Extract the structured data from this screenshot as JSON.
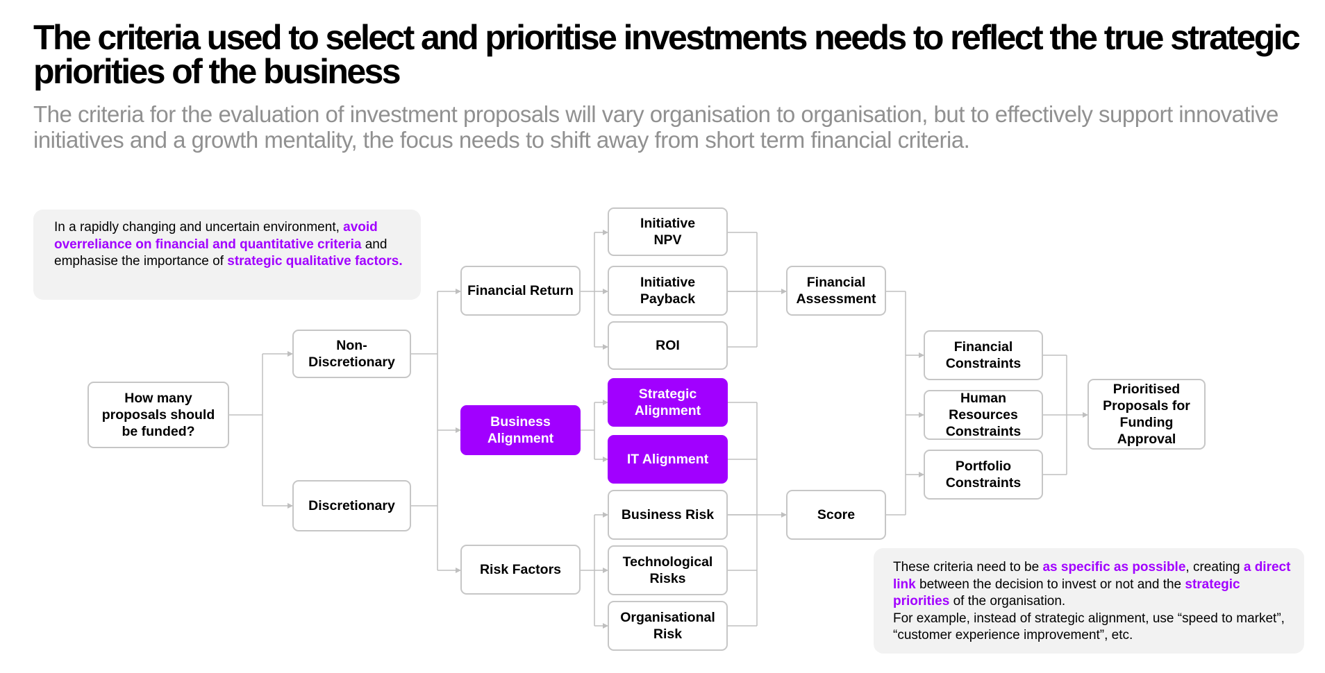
{
  "title": "The criteria used to select and prioritise investments needs to reflect the true strategic priorities of the business",
  "subtitle": "The criteria for the evaluation of investment proposals will vary organisation to organisation, but to effectively support innovative initiatives and a growth mentality, the focus needs to shift away from short term financial criteria.",
  "callout_left": {
    "t1": "In a rapidly changing and uncertain environment, ",
    "h1": "avoid overreliance on financial and quantitative criteria",
    "t2": " and emphasise the importance of ",
    "h2": "strategic qualitative factors."
  },
  "callout_right": {
    "t1": "These criteria need to be ",
    "h1": "as specific as possible",
    "t2": ", creating ",
    "h2": "a direct link",
    "t3": " between the decision to invest or not and the ",
    "h3": "strategic priorities",
    "t4": " of the organisation.",
    "t5": "For example, instead of strategic alignment, use “speed to market”, “customer experience improvement”, etc."
  },
  "colors": {
    "accent": "#a100ff",
    "border": "#c6c6c6",
    "connector": "#bfbfbf",
    "callout_bg": "#f2f2f2",
    "subtitle": "#909090"
  },
  "nodes": {
    "how_many": "How many proposals should be funded?",
    "non_discretionary": "Non-Discretionary",
    "discretionary": "Discretionary",
    "financial_return": "Financial Return",
    "business_alignment": "Business Alignment",
    "risk_factors": "Risk Factors",
    "initiative_npv": "Initiative NPV",
    "initiative_payback": "Initiative Payback",
    "roi": "ROI",
    "strategic_alignment": "Strategic Alignment",
    "it_alignment": "IT Alignment",
    "business_risk": "Business Risk",
    "technological_risks": "Technological Risks",
    "organisational_risk": "Organisational Risk",
    "financial_assessment": "Financial Assessment",
    "score": "Score",
    "financial_constraints": "Financial Constraints",
    "human_resources_constraints": "Human Resources Constraints",
    "portfolio_constraints": "Portfolio Constraints",
    "prioritised_proposals": "Prioritised Proposals for Funding Approval"
  }
}
